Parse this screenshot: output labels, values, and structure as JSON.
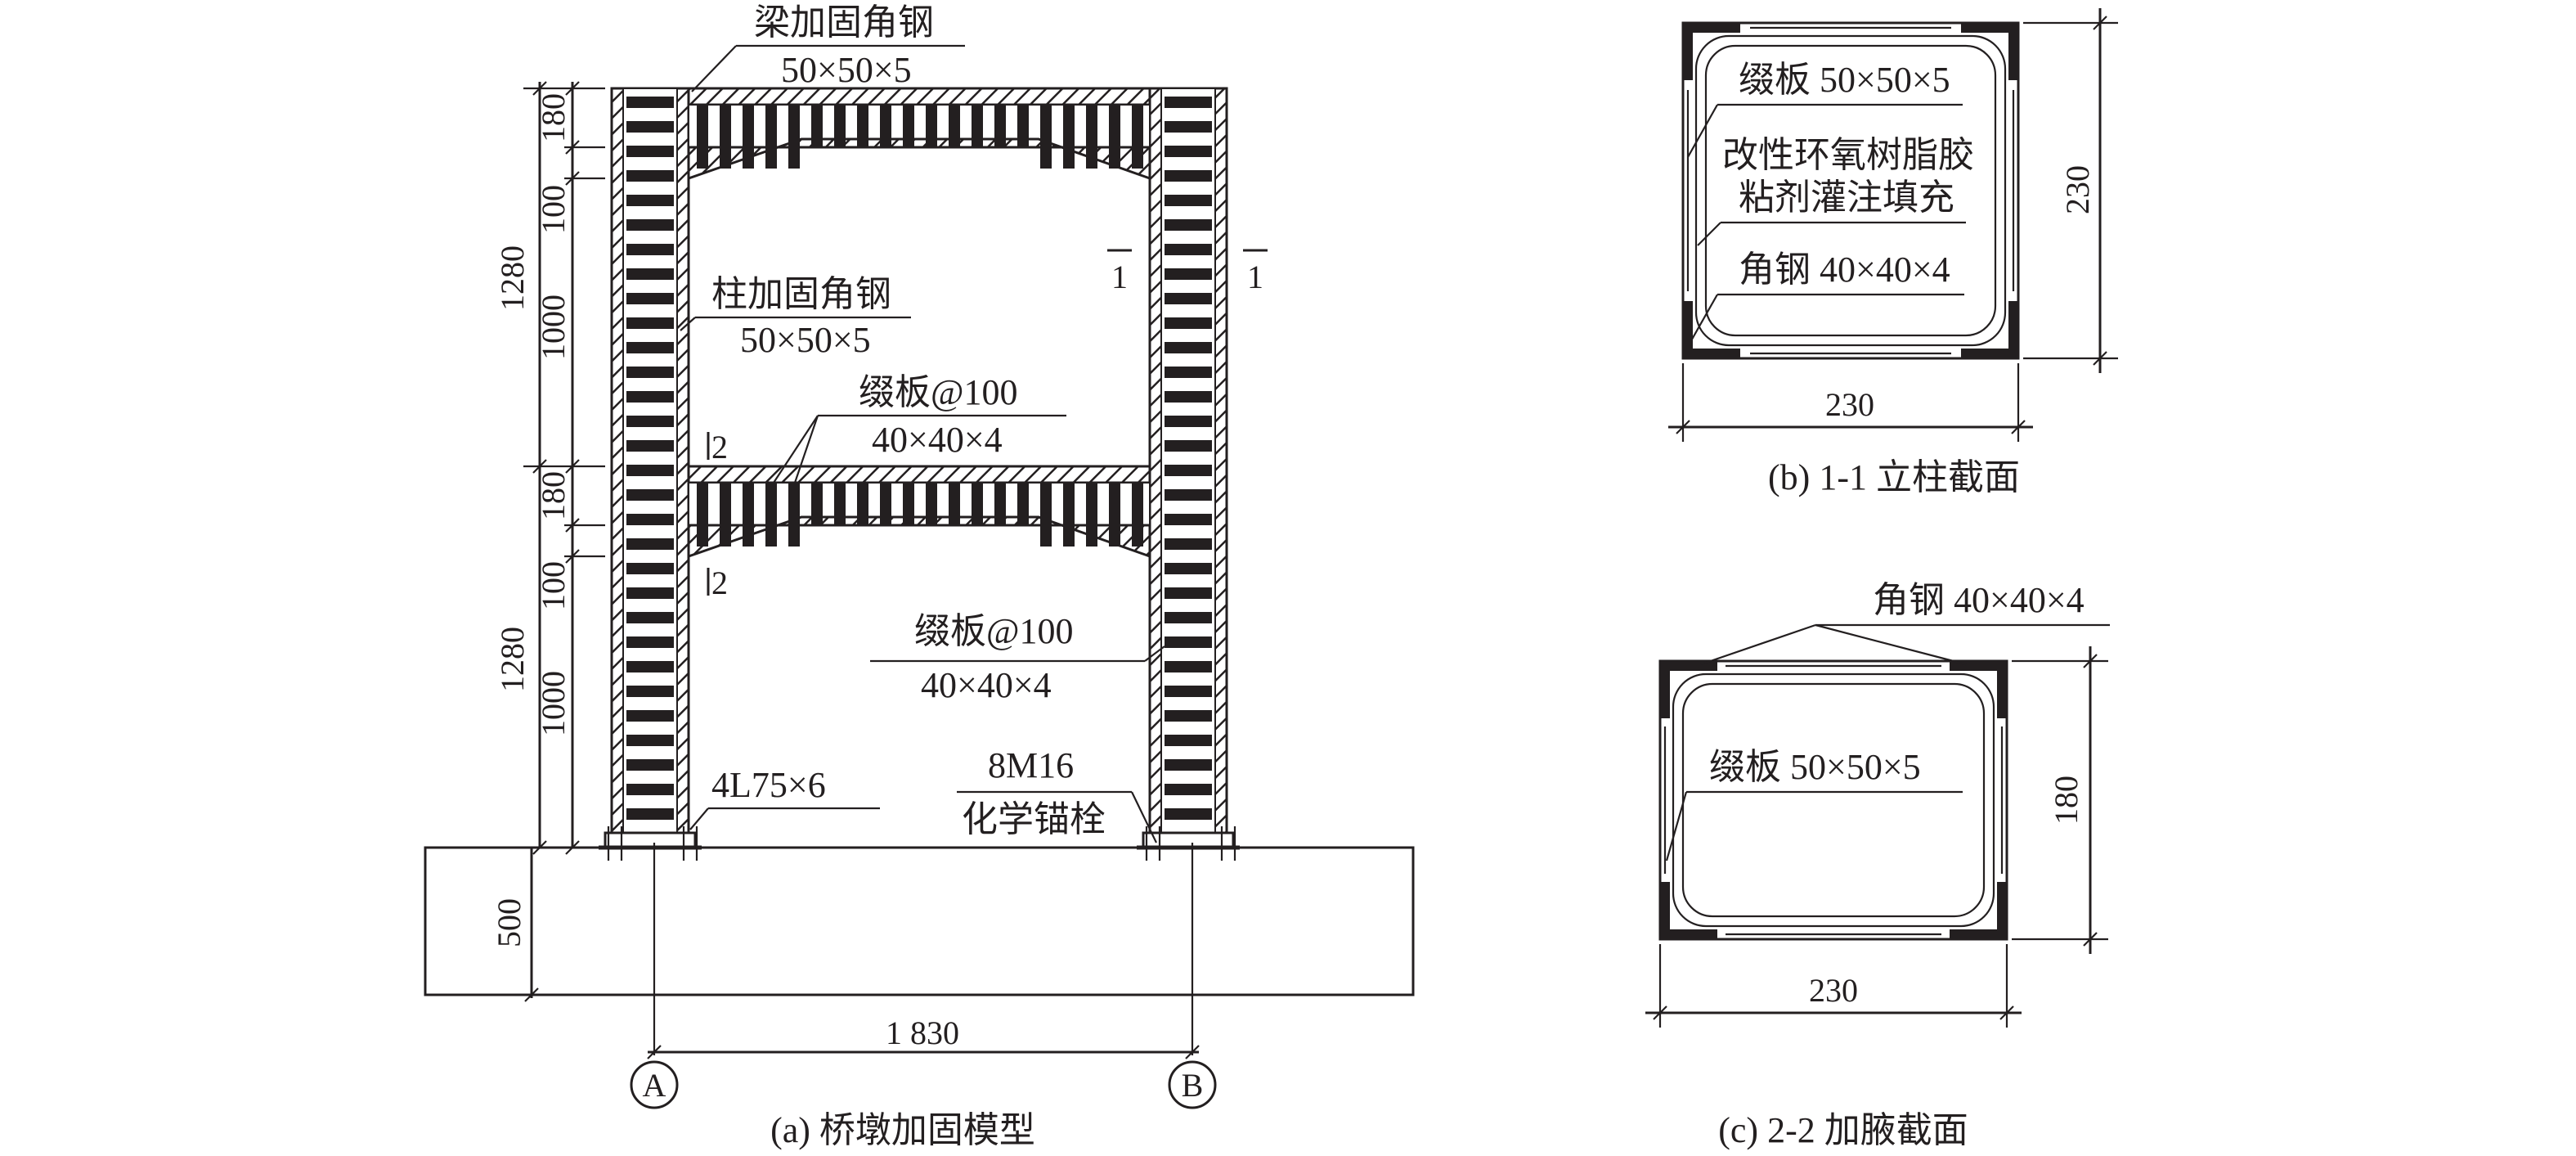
{
  "view_a": {
    "caption": "(a) 桥墩加固模型",
    "beam_angle_label": "梁加固角钢",
    "beam_angle_size": "50×50×5",
    "column_angle_label": "柱加固角钢",
    "column_angle_size": "50×50×5",
    "batten_left_label": "缀板@100",
    "batten_left_size": "40×40×4",
    "batten_right_label": "缀板@100",
    "batten_right_size": "40×40×4",
    "base_angle_label": "4L75×6",
    "anchor_label": "8M16",
    "anchor_desc": "化学锚栓",
    "section_1_left": "1",
    "section_1_right": "1",
    "section_2_top": "2",
    "section_2_bottom": "2",
    "dims_upper": [
      "180",
      "100",
      "1000",
      "1280"
    ],
    "dims_lower": [
      "180",
      "100",
      "1000",
      "1280"
    ],
    "dim_footing": "500",
    "dim_span": "1 830",
    "axis_a": "A",
    "axis_b": "B"
  },
  "view_b": {
    "caption": "(b) 1-1 立柱截面",
    "batten_label": "缀板 50×50×5",
    "epoxy_line1": "改性环氧树脂胶",
    "epoxy_line2": "粘剂灌注填充",
    "angle_label": "角钢 40×40×4",
    "dim_width": "230",
    "dim_height": "230"
  },
  "view_c": {
    "caption": "(c) 2-2 加腋截面",
    "angle_label": "角钢 40×40×4",
    "batten_label": "缀板 50×50×5",
    "dim_width": "230",
    "dim_height": "180"
  }
}
